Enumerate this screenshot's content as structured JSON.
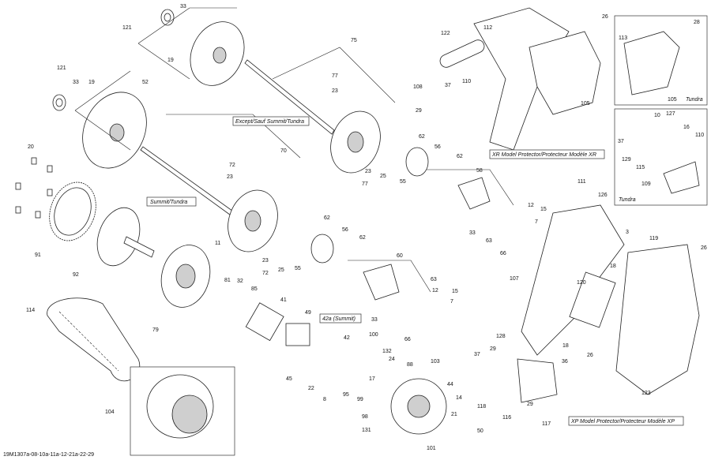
{
  "labels": {
    "except_summit": "Except/Sauf Summit/Tundra",
    "summit_tundra": "Summit/Tundra",
    "xr_model": "XR Model Protector/Protecteur Modèle XR",
    "xp_model": "XP Model Protector/Protecteur Modèle XP",
    "summit_42a": "42a (Summit)",
    "tundra1": "Tundra",
    "tundra2": "Tundra",
    "reference": "19M1307a-08-10a-11a-12-21a-22-29"
  },
  "parts": {
    "p33a": "33",
    "p121a": "121",
    "p19a": "19",
    "p121b": "121",
    "p33b": "33",
    "p19b": "19",
    "p52": "52",
    "p20": "20",
    "p75": "75",
    "p77a": "77",
    "p23a": "23",
    "p29": "29",
    "p108": "108",
    "p37a": "37",
    "p110": "110",
    "p122": "122",
    "p112": "112",
    "p105a": "105",
    "p26a": "26",
    "p113": "113",
    "p28": "28",
    "p105b": "105",
    "p62a": "62",
    "p56a": "56",
    "p62b": "62",
    "p23b": "23",
    "p77b": "77",
    "p25a": "25",
    "p55a": "55",
    "p70": "70",
    "p72a": "72",
    "p23c": "23",
    "p58": "58",
    "p91": "91",
    "p92": "92",
    "p11": "11",
    "p62c": "62",
    "p56b": "56",
    "p62d": "62",
    "p23d": "23",
    "p72b": "72",
    "p25b": "25",
    "p55b": "55",
    "p81": "81",
    "p32": "32",
    "p85": "85",
    "p79": "79",
    "p114": "114",
    "p41": "41",
    "p49": "49",
    "p60": "60",
    "p63a": "63",
    "p12a": "12",
    "p15a": "15",
    "p7a": "7",
    "p33c": "33",
    "p63b": "63",
    "p12b": "12",
    "p15b": "15",
    "p7b": "7",
    "p33d": "33",
    "p66a": "66",
    "p66b": "66",
    "p111": "111",
    "p126": "126",
    "p3": "3",
    "p119": "119",
    "p26b": "26",
    "p107": "107",
    "p120": "120",
    "p18a": "18",
    "p18b": "18",
    "p127": "127",
    "p10": "10",
    "p37b": "37",
    "p129": "129",
    "p115": "115",
    "p16": "16",
    "p110b": "110",
    "p109": "109",
    "p42": "42",
    "p100": "100",
    "p17": "17",
    "p132": "132",
    "p24": "24",
    "p88": "88",
    "p45": "45",
    "p22": "22",
    "p8": "8",
    "p95": "95",
    "p99": "99",
    "p103": "103",
    "p44": "44",
    "p14": "14",
    "p21": "21",
    "p98": "98",
    "p131": "131",
    "p101": "101",
    "p50": "50",
    "p104": "104",
    "p128": "128",
    "p29b": "29",
    "p36": "36",
    "p37c": "37",
    "p118": "118",
    "p116": "116",
    "p29c": "29",
    "p117": "117",
    "p26c": "26",
    "p123": "123"
  }
}
